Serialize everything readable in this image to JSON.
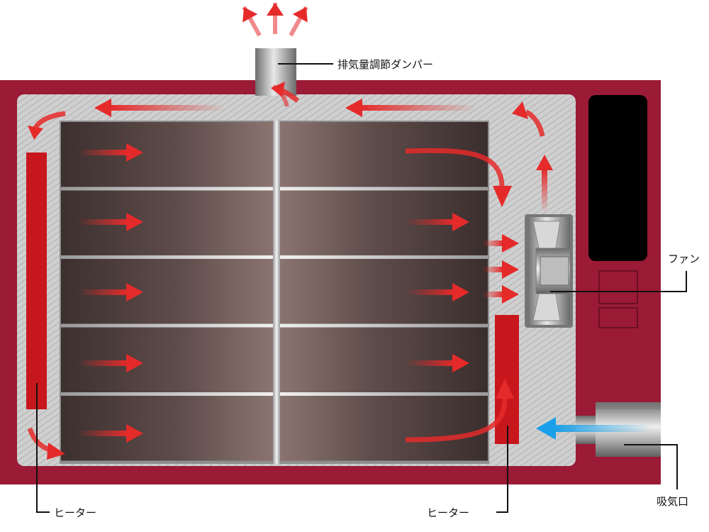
{
  "labels": {
    "damper": "排気量調節ダンパー",
    "fan": "ファン",
    "heater_left": "ヒーター",
    "heater_right": "ヒーター",
    "intake": "吸気口"
  },
  "colors": {
    "body": "#9b1a35",
    "chamber": "#c8c8c8",
    "heater": "#c8161d",
    "arrow_hot": "#e52a2a",
    "arrow_cold": "#1aa0e8",
    "panel": "#000000",
    "tray": "#5a4a48"
  },
  "tray_rows": 5,
  "tray_columns": 2
}
